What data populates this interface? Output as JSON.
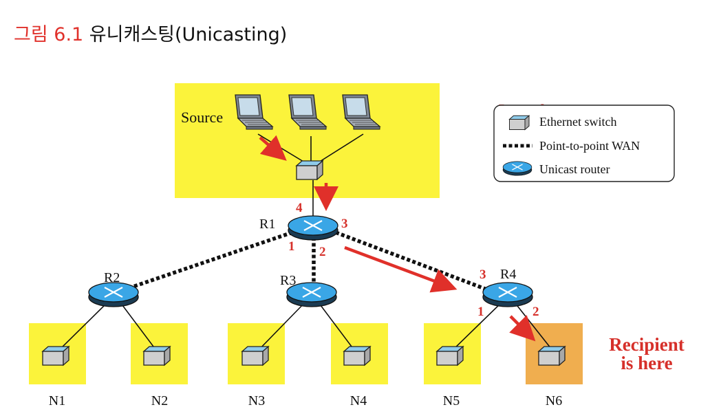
{
  "title": {
    "prefix": "그림 6.1",
    "text": "유니캐스팅(Unicasting)"
  },
  "legend": {
    "heading": "Legend",
    "items": [
      "Ethernet switch",
      "Point-to-point WAN",
      "Unicast router"
    ]
  },
  "source_label": "Source",
  "routers": [
    "R1",
    "R2",
    "R3",
    "R4"
  ],
  "networks": [
    "N1",
    "N2",
    "N3",
    "N4",
    "N5",
    "N6"
  ],
  "ports": {
    "r1": [
      "4",
      "3",
      "1",
      "2"
    ],
    "r4": [
      "3",
      "1",
      "2"
    ]
  },
  "recipient": [
    "Recipient",
    "is here"
  ],
  "colors": {
    "highlight": "#fbf33b",
    "recipient": "#f0ae4f",
    "arrow": "#e0302a",
    "router": "#3aa6e6"
  }
}
